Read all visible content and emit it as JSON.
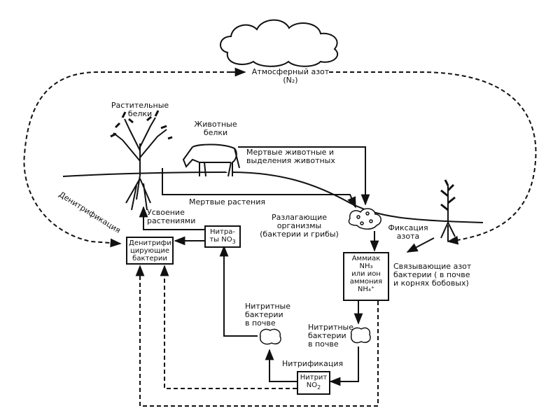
{
  "atmosphere": {
    "label": "Атмосферный азот",
    "formula": "(N₂)"
  },
  "plant_proteins": {
    "line1": "Растительные",
    "line2": "белки"
  },
  "animal_proteins": {
    "line1": "Животные",
    "line2": "белки"
  },
  "dead_animals": {
    "line1": "Мертвые животные и",
    "line2": "выделения животных"
  },
  "dead_plants": "Мертвые растения",
  "decomposers": {
    "line1": "Разлагающие организмы",
    "line2": "(бактерии и грибы)"
  },
  "uptake": {
    "line1": "Усвоение",
    "line2": "растениями"
  },
  "fixation": {
    "line1": "Фиксация",
    "line2": "азота"
  },
  "denitrification_side": "Денитрификация",
  "nitrate_box": {
    "line1": "Нитра-",
    "line2": "ты NO",
    "sub": "3"
  },
  "denitrifying_box": {
    "line1": "Денитрифи-",
    "line2": "цирующие",
    "line3": "бактерии"
  },
  "ammonia_box": {
    "line1": "Аммиак",
    "line2": "NH₃",
    "line3": "или ион",
    "line4": "аммония",
    "line5": "NH₄⁺"
  },
  "binding_bacteria": {
    "line1": "Связывающие азот",
    "line2": "бактерии ( в почве",
    "line3": "и корнях бобовых)"
  },
  "nitrate_bacteria": {
    "line1": "Нитритные",
    "line2": "бактерии",
    "line3": "в почве"
  },
  "nitrite_bacteria": {
    "line1": "Нитритные",
    "line2": "бактерии",
    "line3": "в почве"
  },
  "nitrification": "Нитрификация",
  "nitrite_box": {
    "line1": "Нитрит",
    "line2": "NO",
    "sub": "2"
  }
}
